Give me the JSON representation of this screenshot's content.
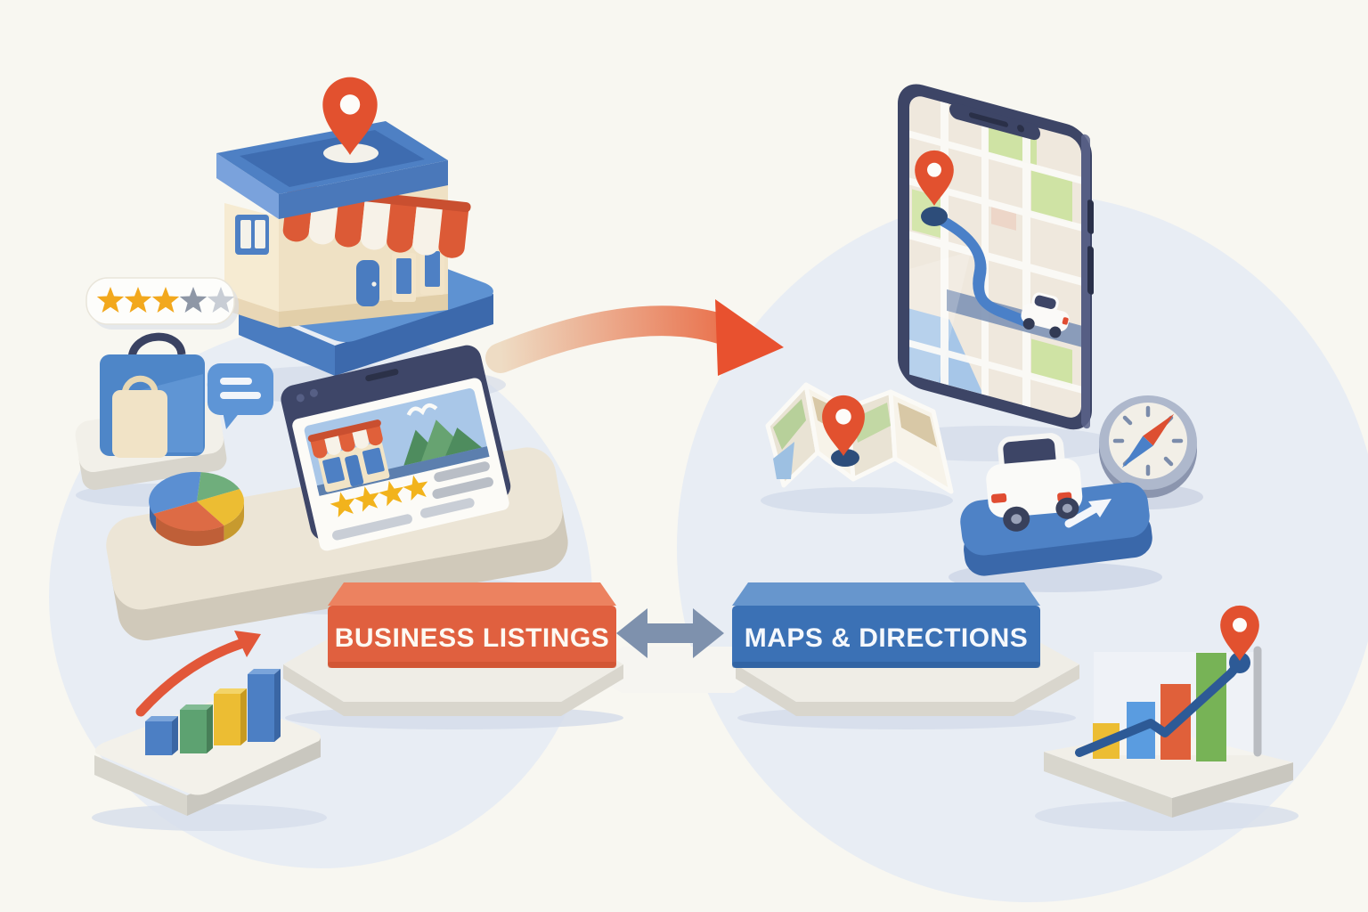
{
  "scene": {
    "type": "isometric marketing illustration: local business listings feeding maps and directions",
    "background_color": "#f8f7f1",
    "backdrop_blob_color": "#e3e9f4"
  },
  "nodes": {
    "business_listings": {
      "label": "BUSINESS LISTINGS",
      "box_color": "#e0603f",
      "box_top_color": "#ec8260",
      "text_color": "#fdf9f2",
      "platform": "hexagon"
    },
    "maps_directions": {
      "label": "MAPS & DIRECTIONS",
      "box_color": "#3b71b5",
      "box_top_color": "#6796cd",
      "text_color": "#f5f8fc",
      "platform": "hexagon"
    }
  },
  "connectors": {
    "flow_arrow": {
      "from": "business-listings-cluster",
      "to": "maps-cluster",
      "style": "curved",
      "gradient": [
        "#eedcc4",
        "#e8572f"
      ]
    },
    "exchange_arrow": {
      "style": "double-headed-horizontal",
      "color": "#7e91ad"
    }
  },
  "left_cluster": {
    "storefront": {
      "roof_color": "#4e80c4",
      "wall_color": "#f5ead0",
      "awning_colors": [
        "#dc5a36",
        "#f7f2e8"
      ],
      "pin_color": "#e2512f",
      "platform_color": "#5e92d2"
    },
    "rating_badge": {
      "stars_total": 5,
      "stars_filled": 3,
      "filled_color": "#f2a81d",
      "empty_colors": [
        "#8e97a6",
        "#c8cdd5"
      ]
    },
    "shopping_bags": {
      "bag_colors": [
        "#4e86c8",
        "#f1e3c6"
      ]
    },
    "chat_bubble": {
      "color": "#5e95d6",
      "lines": 2
    },
    "pie_chart": {
      "slice_colors": [
        "#5b8fd2",
        "#6fae7c",
        "#ecbd33",
        "#dd6b45"
      ]
    },
    "tablet_listing": {
      "frame_color": "#3e4668",
      "card_stars_filled": 4,
      "star_color": "#f2b31c",
      "photo": "sky, bird, mountains",
      "placeholder_lines": 4
    }
  },
  "right_cluster": {
    "phone_map": {
      "frame_color": "#3d4566",
      "map_bg": "#efe8dd",
      "route_color": "#4a80c8",
      "pin_color": "#e2512f",
      "park_color": "#cfe3a4",
      "water_color": "#a6c6e8",
      "vehicle": "white car"
    },
    "folded_map": {
      "pin_color": "#e2512f",
      "panel_colors": [
        "#f7f3e9",
        "#e9e3d4"
      ],
      "patch_colors": [
        "#b7d09a",
        "#d8c8a6",
        "#9dc0e2"
      ]
    },
    "compass": {
      "needle_colors": [
        "#dd4f31",
        "#4a80c8"
      ],
      "face_color": "#f2efe7",
      "ring_color": "#aeb8cc"
    },
    "car_platform": {
      "platform_color": "#4e82c6",
      "car_color": "#fafaf8",
      "arrow_color": "#f4f6fa",
      "taillight_color": "#e04c32"
    }
  },
  "bottom_left_chart": {
    "type": "bar",
    "bar_colors": [
      "#4c7fc4",
      "#5da271",
      "#ecbd33",
      "#4c7fc4"
    ],
    "relative_heights": [
      38,
      49,
      58,
      76
    ],
    "trend_arrow_color": "#e25739"
  },
  "bottom_right_chart": {
    "type": "bar+line",
    "bar_colors": [
      "#ecbd33",
      "#5a9ce0",
      "#e0603a",
      "#77b356"
    ],
    "relative_heights": [
      40,
      64,
      85,
      122
    ],
    "line_color": "#2d5a96",
    "pin_color": "#e2512f"
  }
}
